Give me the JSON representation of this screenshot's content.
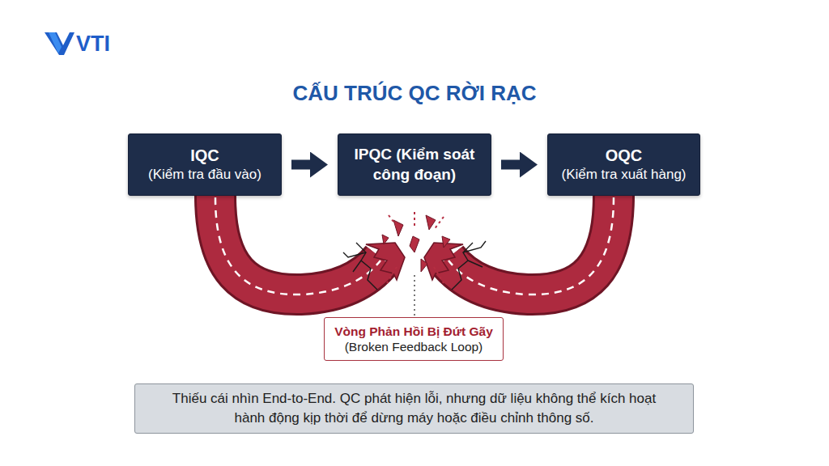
{
  "diagram": {
    "title": "CẤU TRÚC QC RỜI RẠC",
    "nodes": [
      {
        "text": [
          "IQC",
          "(Kiểm tra đầu vào)"
        ]
      },
      {
        "text": [
          "IPQC (Kiểm soát công đoạn)"
        ]
      },
      {
        "text": [
          "OQC",
          "(Kiểm tra xuất hàng)"
        ]
      },
      {
        "text": [
          "Vòng Phản Hồi Bị Đứt Gãy",
          "(Broken Feedback Loop)"
        ]
      },
      {
        "text": [
          "Thiếu cái nhìn End-to-End. QC phát hiện lỗi, nhưng dữ liệu không thể kích hoạt hành động kịp thời để dừng máy hoặc điều chỉnh thông số."
        ]
      }
    ],
    "edges": [
      {
        "from": 0,
        "to": 1,
        "arrow": "to"
      },
      {
        "from": 1,
        "to": 2,
        "arrow": "to"
      }
    ],
    "labels": [
      "VTI"
    ]
  }
}
